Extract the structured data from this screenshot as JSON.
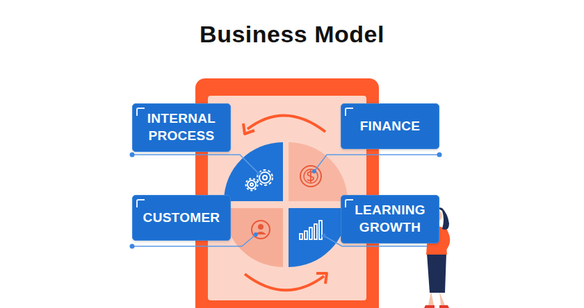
{
  "diagram": {
    "title": "Business Model",
    "nodes": [
      {
        "text": [
          "INTERNAL PROCESS"
        ]
      },
      {
        "text": [
          "FINANCE"
        ]
      },
      {
        "text": [
          "CUSTOMER"
        ]
      },
      {
        "text": [
          "LEARNING GROWTH"
        ]
      }
    ]
  }
}
